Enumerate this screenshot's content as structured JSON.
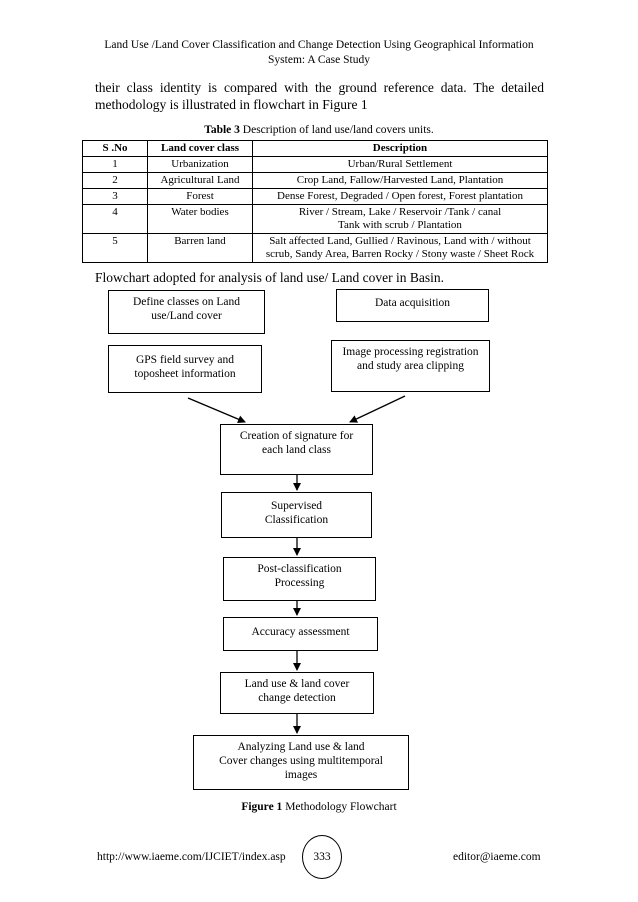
{
  "header": {
    "line1": "Land Use /Land Cover Classification and Change Detection Using Geographical Information",
    "line2": "System: A Case Study"
  },
  "paragraph": {
    "line1": "their class identity is compared with the ground reference data. The detailed",
    "line2": "methodology is illustrated in flowchart in Figure 1"
  },
  "table_caption": {
    "label": "Table 3",
    "text": " Description of land use/land covers units."
  },
  "table": {
    "headers": [
      "S .No",
      "Land cover class",
      "Description"
    ],
    "rows": [
      {
        "sno": "1",
        "cls": "Urbanization",
        "desc1": "Urban/Rural Settlement",
        "desc2": ""
      },
      {
        "sno": "2",
        "cls": "Agricultural Land",
        "desc1": "Crop Land, Fallow/Harvested Land, Plantation",
        "desc2": ""
      },
      {
        "sno": "3",
        "cls": "Forest",
        "desc1": "Dense Forest, Degraded / Open forest, Forest plantation",
        "desc2": ""
      },
      {
        "sno": "4",
        "cls": "Water bodies",
        "desc1": "River / Stream, Lake / Reservoir /Tank / canal",
        "desc2": "Tank with scrub / Plantation"
      },
      {
        "sno": "5",
        "cls": "Barren land",
        "desc1": "Salt affected Land, Gullied / Ravinous, Land with / without",
        "desc2": "scrub, Sandy Area, Barren Rocky / Stony waste / Sheet Rock"
      }
    ]
  },
  "flowchart_intro": "Flowchart adopted for analysis of land use/ Land cover in Basin.",
  "flowchart": {
    "define_classes": {
      "line1": "Define classes on Land",
      "line2": "use/Land cover"
    },
    "data_acquisition": {
      "line1": "Data acquisition"
    },
    "gps_survey": {
      "line1": "GPS field survey and",
      "line2": "toposheet information"
    },
    "image_processing": {
      "line1": "Image processing registration",
      "line2": "and study area clipping"
    },
    "signature": {
      "line1": "Creation of signature for",
      "line2": "each land class"
    },
    "supervised": {
      "line1": "Supervised",
      "line2": "Classification"
    },
    "post_classification": {
      "line1": "Post-classification",
      "line2": "Processing"
    },
    "accuracy": {
      "line1": "Accuracy assessment"
    },
    "change_detection": {
      "line1": "Land use & land cover",
      "line2": "change detection"
    },
    "analyzing": {
      "line1": "Analyzing Land use & land",
      "line2": "Cover changes using multitemporal",
      "line3": "images"
    }
  },
  "figure_caption": {
    "label": "Figure 1",
    "text": " Methodology Flowchart"
  },
  "footer": {
    "url": "http://www.iaeme.com/IJCIET/index.asp",
    "page": "333",
    "email": "editor@iaeme.com"
  }
}
